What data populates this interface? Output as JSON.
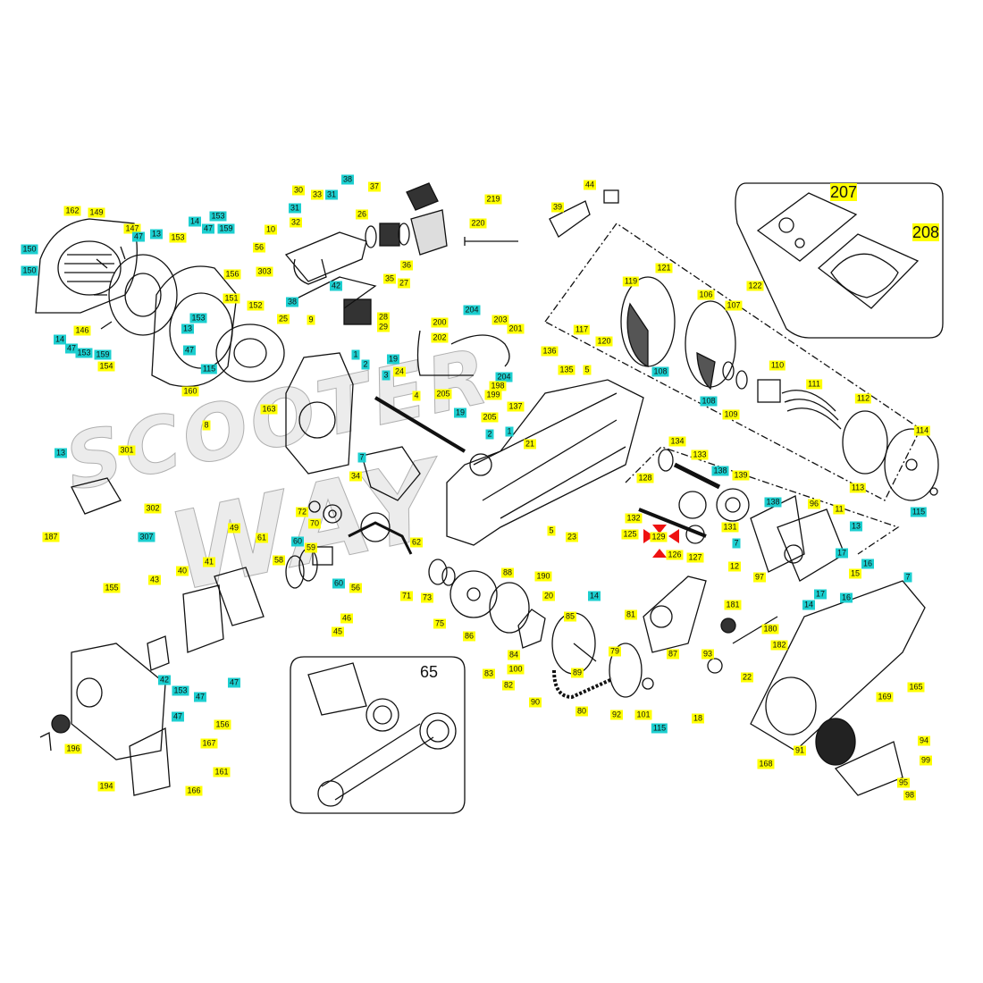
{
  "diagram": {
    "type": "exploded parts diagram",
    "watermark": [
      "SCOOTER",
      "WAY"
    ],
    "colors": {
      "part_number": "#ffff00",
      "common_part": "#1ccfd0",
      "highlight": "#ee1111"
    },
    "highlighted_part": "129",
    "insets": {
      "connecting_rod_kit": "65",
      "seal_kit": "207",
      "gasket_kit": "208"
    },
    "labels": [
      {
        "text": "162",
        "kind": "yellow"
      },
      {
        "text": "149",
        "kind": "yellow"
      },
      {
        "text": "150",
        "kind": "cyan"
      },
      {
        "text": "150",
        "kind": "cyan"
      },
      {
        "text": "147",
        "kind": "yellow"
      },
      {
        "text": "47",
        "kind": "cyan"
      },
      {
        "text": "13",
        "kind": "cyan"
      },
      {
        "text": "153",
        "kind": "yellow"
      },
      {
        "text": "14",
        "kind": "cyan"
      },
      {
        "text": "47",
        "kind": "cyan"
      },
      {
        "text": "153",
        "kind": "cyan"
      },
      {
        "text": "159",
        "kind": "cyan"
      },
      {
        "text": "156",
        "kind": "yellow"
      },
      {
        "text": "151",
        "kind": "yellow"
      },
      {
        "text": "153",
        "kind": "cyan"
      },
      {
        "text": "13",
        "kind": "cyan"
      },
      {
        "text": "47",
        "kind": "cyan"
      },
      {
        "text": "115",
        "kind": "cyan"
      },
      {
        "text": "146",
        "kind": "yellow"
      },
      {
        "text": "14",
        "kind": "cyan"
      },
      {
        "text": "47",
        "kind": "cyan"
      },
      {
        "text": "153",
        "kind": "cyan"
      },
      {
        "text": "159",
        "kind": "cyan"
      },
      {
        "text": "154",
        "kind": "yellow"
      },
      {
        "text": "160",
        "kind": "yellow"
      },
      {
        "text": "152",
        "kind": "yellow"
      },
      {
        "text": "38",
        "kind": "cyan"
      },
      {
        "text": "25",
        "kind": "yellow"
      },
      {
        "text": "9",
        "kind": "yellow"
      },
      {
        "text": "163",
        "kind": "yellow"
      },
      {
        "text": "8",
        "kind": "yellow"
      },
      {
        "text": "30",
        "kind": "yellow"
      },
      {
        "text": "31",
        "kind": "cyan"
      },
      {
        "text": "32",
        "kind": "yellow"
      },
      {
        "text": "33",
        "kind": "yellow"
      },
      {
        "text": "31",
        "kind": "cyan"
      },
      {
        "text": "38",
        "kind": "cyan"
      },
      {
        "text": "26",
        "kind": "yellow"
      },
      {
        "text": "37",
        "kind": "yellow"
      },
      {
        "text": "10",
        "kind": "yellow"
      },
      {
        "text": "56",
        "kind": "yellow"
      },
      {
        "text": "303",
        "kind": "yellow"
      },
      {
        "text": "42",
        "kind": "cyan"
      },
      {
        "text": "36",
        "kind": "yellow"
      },
      {
        "text": "35",
        "kind": "yellow"
      },
      {
        "text": "27",
        "kind": "yellow"
      },
      {
        "text": "28",
        "kind": "yellow"
      },
      {
        "text": "29",
        "kind": "yellow"
      },
      {
        "text": "219",
        "kind": "yellow"
      },
      {
        "text": "220",
        "kind": "yellow"
      },
      {
        "text": "44",
        "kind": "yellow"
      },
      {
        "text": "39",
        "kind": "yellow"
      },
      {
        "text": "1",
        "kind": "cyan"
      },
      {
        "text": "2",
        "kind": "cyan"
      },
      {
        "text": "19",
        "kind": "cyan"
      },
      {
        "text": "24",
        "kind": "yellow"
      },
      {
        "text": "3",
        "kind": "cyan"
      },
      {
        "text": "4",
        "kind": "yellow"
      },
      {
        "text": "204",
        "kind": "cyan"
      },
      {
        "text": "200",
        "kind": "yellow"
      },
      {
        "text": "203",
        "kind": "yellow"
      },
      {
        "text": "201",
        "kind": "yellow"
      },
      {
        "text": "202",
        "kind": "yellow"
      },
      {
        "text": "204",
        "kind": "cyan"
      },
      {
        "text": "198",
        "kind": "yellow"
      },
      {
        "text": "205",
        "kind": "yellow"
      },
      {
        "text": "199",
        "kind": "yellow"
      },
      {
        "text": "19",
        "kind": "cyan"
      },
      {
        "text": "205",
        "kind": "yellow"
      },
      {
        "text": "2",
        "kind": "cyan"
      },
      {
        "text": "1",
        "kind": "cyan"
      },
      {
        "text": "136",
        "kind": "yellow"
      },
      {
        "text": "135",
        "kind": "yellow"
      },
      {
        "text": "5",
        "kind": "yellow"
      },
      {
        "text": "137",
        "kind": "yellow"
      },
      {
        "text": "21",
        "kind": "yellow"
      },
      {
        "text": "117",
        "kind": "yellow"
      },
      {
        "text": "120",
        "kind": "yellow"
      },
      {
        "text": "119",
        "kind": "yellow"
      },
      {
        "text": "121",
        "kind": "yellow"
      },
      {
        "text": "106",
        "kind": "yellow"
      },
      {
        "text": "107",
        "kind": "yellow"
      },
      {
        "text": "122",
        "kind": "yellow"
      },
      {
        "text": "108",
        "kind": "cyan"
      },
      {
        "text": "108",
        "kind": "cyan"
      },
      {
        "text": "109",
        "kind": "yellow"
      },
      {
        "text": "110",
        "kind": "yellow"
      },
      {
        "text": "111",
        "kind": "yellow"
      },
      {
        "text": "112",
        "kind": "yellow"
      },
      {
        "text": "114",
        "kind": "yellow"
      },
      {
        "text": "113",
        "kind": "yellow"
      },
      {
        "text": "115",
        "kind": "cyan"
      },
      {
        "text": "207",
        "kind": "bigy"
      },
      {
        "text": "208",
        "kind": "bigy"
      },
      {
        "text": "134",
        "kind": "yellow"
      },
      {
        "text": "133",
        "kind": "yellow"
      },
      {
        "text": "128",
        "kind": "yellow"
      },
      {
        "text": "138",
        "kind": "cyan"
      },
      {
        "text": "139",
        "kind": "yellow"
      },
      {
        "text": "132",
        "kind": "yellow"
      },
      {
        "text": "125",
        "kind": "yellow"
      },
      {
        "text": "129",
        "kind": "red"
      },
      {
        "text": "126",
        "kind": "yellow"
      },
      {
        "text": "127",
        "kind": "yellow"
      },
      {
        "text": "131",
        "kind": "yellow"
      },
      {
        "text": "138",
        "kind": "cyan"
      },
      {
        "text": "96",
        "kind": "yellow"
      },
      {
        "text": "11",
        "kind": "yellow"
      },
      {
        "text": "13",
        "kind": "cyan"
      },
      {
        "text": "7",
        "kind": "cyan"
      },
      {
        "text": "12",
        "kind": "yellow"
      },
      {
        "text": "97",
        "kind": "yellow"
      },
      {
        "text": "17",
        "kind": "cyan"
      },
      {
        "text": "16",
        "kind": "cyan"
      },
      {
        "text": "15",
        "kind": "yellow"
      },
      {
        "text": "17",
        "kind": "cyan"
      },
      {
        "text": "16",
        "kind": "cyan"
      },
      {
        "text": "14",
        "kind": "cyan"
      },
      {
        "text": "7",
        "kind": "cyan"
      },
      {
        "text": "62",
        "kind": "yellow"
      },
      {
        "text": "5",
        "kind": "yellow"
      },
      {
        "text": "23",
        "kind": "yellow"
      },
      {
        "text": "190",
        "kind": "yellow"
      },
      {
        "text": "20",
        "kind": "yellow"
      },
      {
        "text": "14",
        "kind": "cyan"
      },
      {
        "text": "71",
        "kind": "yellow"
      },
      {
        "text": "73",
        "kind": "yellow"
      },
      {
        "text": "75",
        "kind": "yellow"
      },
      {
        "text": "88",
        "kind": "yellow"
      },
      {
        "text": "86",
        "kind": "yellow"
      },
      {
        "text": "85",
        "kind": "yellow"
      },
      {
        "text": "84",
        "kind": "yellow"
      },
      {
        "text": "83",
        "kind": "yellow"
      },
      {
        "text": "100",
        "kind": "yellow"
      },
      {
        "text": "82",
        "kind": "yellow"
      },
      {
        "text": "89",
        "kind": "yellow"
      },
      {
        "text": "79",
        "kind": "yellow"
      },
      {
        "text": "90",
        "kind": "yellow"
      },
      {
        "text": "80",
        "kind": "yellow"
      },
      {
        "text": "92",
        "kind": "yellow"
      },
      {
        "text": "101",
        "kind": "yellow"
      },
      {
        "text": "115",
        "kind": "cyan"
      },
      {
        "text": "81",
        "kind": "yellow"
      },
      {
        "text": "87",
        "kind": "yellow"
      },
      {
        "text": "181",
        "kind": "yellow"
      },
      {
        "text": "180",
        "kind": "yellow"
      },
      {
        "text": "182",
        "kind": "yellow"
      },
      {
        "text": "93",
        "kind": "yellow"
      },
      {
        "text": "22",
        "kind": "yellow"
      },
      {
        "text": "18",
        "kind": "yellow"
      },
      {
        "text": "165",
        "kind": "yellow"
      },
      {
        "text": "169",
        "kind": "yellow"
      },
      {
        "text": "91",
        "kind": "yellow"
      },
      {
        "text": "168",
        "kind": "yellow"
      },
      {
        "text": "94",
        "kind": "yellow"
      },
      {
        "text": "99",
        "kind": "yellow"
      },
      {
        "text": "95",
        "kind": "yellow"
      },
      {
        "text": "98",
        "kind": "yellow"
      },
      {
        "text": "13",
        "kind": "cyan"
      },
      {
        "text": "301",
        "kind": "yellow"
      },
      {
        "text": "302",
        "kind": "yellow"
      },
      {
        "text": "307",
        "kind": "cyan"
      },
      {
        "text": "187",
        "kind": "yellow"
      },
      {
        "text": "72",
        "kind": "yellow"
      },
      {
        "text": "70",
        "kind": "yellow"
      },
      {
        "text": "49",
        "kind": "yellow"
      },
      {
        "text": "61",
        "kind": "yellow"
      },
      {
        "text": "60",
        "kind": "cyan"
      },
      {
        "text": "59",
        "kind": "yellow"
      },
      {
        "text": "58",
        "kind": "yellow"
      },
      {
        "text": "60",
        "kind": "cyan"
      },
      {
        "text": "56",
        "kind": "yellow"
      },
      {
        "text": "46",
        "kind": "yellow"
      },
      {
        "text": "45",
        "kind": "yellow"
      },
      {
        "text": "34",
        "kind": "yellow"
      },
      {
        "text": "7",
        "kind": "cyan"
      },
      {
        "text": "41",
        "kind": "yellow"
      },
      {
        "text": "40",
        "kind": "yellow"
      },
      {
        "text": "43",
        "kind": "yellow"
      },
      {
        "text": "155",
        "kind": "yellow"
      },
      {
        "text": "42",
        "kind": "cyan"
      },
      {
        "text": "47",
        "kind": "cyan"
      },
      {
        "text": "153",
        "kind": "cyan"
      },
      {
        "text": "47",
        "kind": "cyan"
      },
      {
        "text": "156",
        "kind": "yellow"
      },
      {
        "text": "47",
        "kind": "cyan"
      },
      {
        "text": "167",
        "kind": "yellow"
      },
      {
        "text": "196",
        "kind": "yellow"
      },
      {
        "text": "194",
        "kind": "yellow"
      },
      {
        "text": "161",
        "kind": "yellow"
      },
      {
        "text": "166",
        "kind": "yellow"
      },
      {
        "text": "65",
        "kind": "big"
      }
    ]
  }
}
